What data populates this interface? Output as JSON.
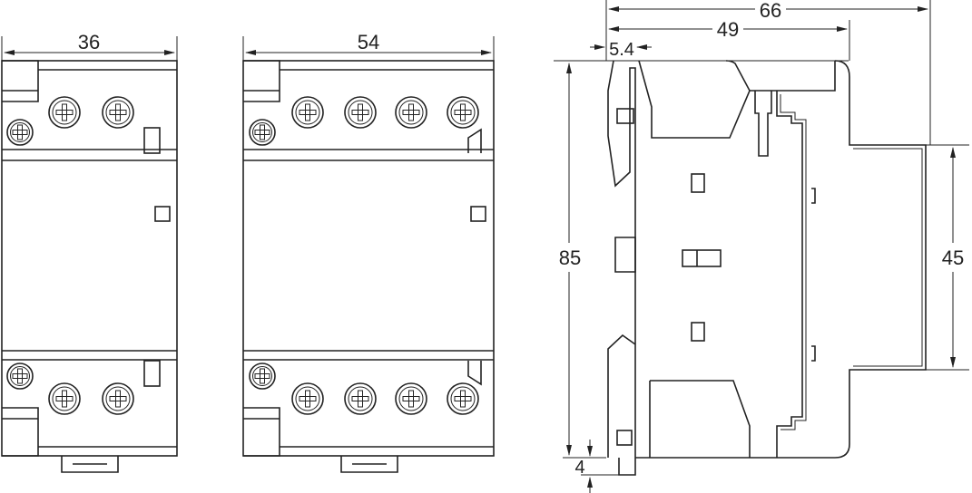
{
  "dimensions": {
    "width_2pole": "36",
    "width_4pole": "54",
    "depth_total": "66",
    "depth_front": "49",
    "front_offset": "5.4",
    "height": "85",
    "rail_height": "45",
    "clip_height": "4"
  },
  "colors": {
    "line": "#222222",
    "background": "#ffffff"
  }
}
